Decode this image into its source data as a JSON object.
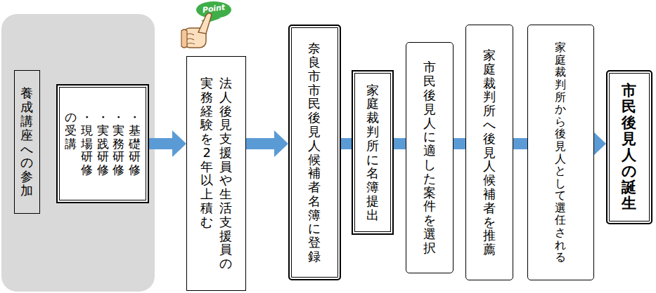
{
  "diagram": {
    "nodes": [
      {
        "text": [
          "養成講座への参加"
        ]
      },
      {
        "text": [
          "・基礎研修",
          "・実務研修",
          "・実践研修",
          "・現場研修",
          "の受講"
        ]
      },
      {
        "text": [
          "法人後見支援員や生活支援員の実務経験を2年以上積む"
        ]
      },
      {
        "text": [
          "奈良市市民後見人候補者名簿に登録"
        ]
      },
      {
        "text": [
          "家庭裁判所に名簿提出"
        ]
      },
      {
        "text": [
          "市民後見人に適した案件を選択"
        ]
      },
      {
        "text": [
          "家庭裁判所へ後見人候補者を推薦"
        ]
      },
      {
        "text": [
          "家庭裁判所から後見人として選任される"
        ]
      },
      {
        "text": [
          "市民後見人の誕生"
        ]
      }
    ],
    "edges": [
      {
        "from": 1,
        "to": 2,
        "arrow": "to"
      },
      {
        "from": 2,
        "to": 3,
        "arrow": "to"
      },
      {
        "from": 3,
        "to": 4,
        "arrow": "none"
      },
      {
        "from": 4,
        "to": 5,
        "arrow": "none"
      },
      {
        "from": 5,
        "to": 6,
        "arrow": "none"
      },
      {
        "from": 6,
        "to": 7,
        "arrow": "none"
      },
      {
        "from": 7,
        "to": 8,
        "arrow": "to"
      }
    ],
    "labels": [
      "Point"
    ]
  }
}
